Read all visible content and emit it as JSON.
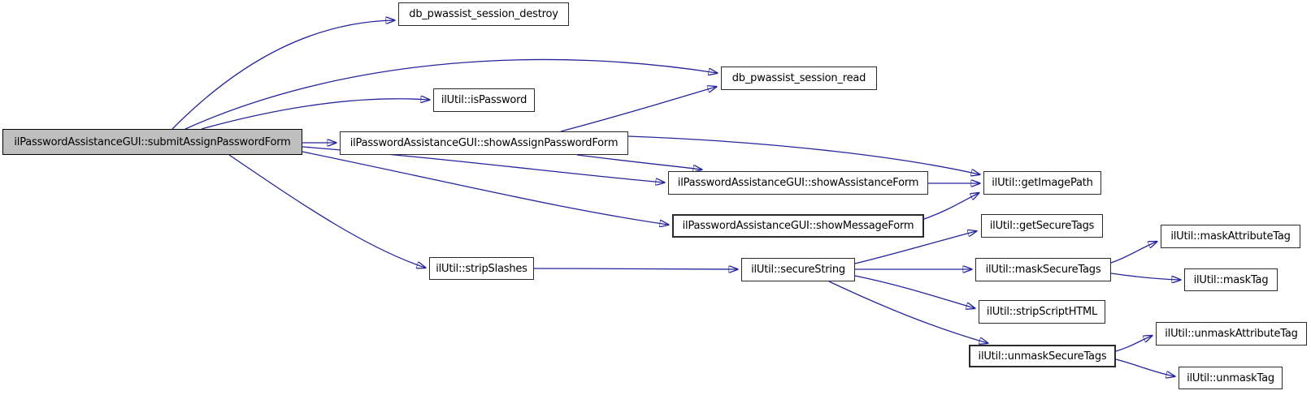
{
  "diagram": {
    "type": "call-graph",
    "root": "ilPasswordAssistanceGUI::submitAssignPasswordForm",
    "colors": {
      "edge": "#24249c",
      "node_fill": "#ffffff",
      "node_border": "#2b2b2b",
      "main_node_fill": "#bfbfbf",
      "text": "#000000",
      "background": "#ffffff"
    },
    "nodes": [
      {
        "id": "submitAssignPasswordForm",
        "label": "ilPasswordAssistanceGUI::submitAssignPasswordForm",
        "main": true
      },
      {
        "id": "db_pwassist_session_destroy",
        "label": "db_pwassist_session_destroy",
        "main": false
      },
      {
        "id": "db_pwassist_session_read",
        "label": "db_pwassist_session_read",
        "main": false
      },
      {
        "id": "isPassword",
        "label": "ilUtil::isPassword",
        "main": false
      },
      {
        "id": "showAssignPasswordForm",
        "label": "ilPasswordAssistanceGUI::showAssignPasswordForm",
        "main": false
      },
      {
        "id": "showAssistanceForm",
        "label": "ilPasswordAssistanceGUI::showAssistanceForm",
        "main": false
      },
      {
        "id": "showMessageForm",
        "label": "ilPasswordAssistanceGUI::showMessageForm",
        "main": false
      },
      {
        "id": "getImagePath",
        "label": "ilUtil::getImagePath",
        "main": false
      },
      {
        "id": "getSecureTags",
        "label": "ilUtil::getSecureTags",
        "main": false
      },
      {
        "id": "stripSlashes",
        "label": "ilUtil::stripSlashes",
        "main": false
      },
      {
        "id": "secureString",
        "label": "ilUtil::secureString",
        "main": false
      },
      {
        "id": "maskSecureTags",
        "label": "ilUtil::maskSecureTags",
        "main": false
      },
      {
        "id": "stripScriptHTML",
        "label": "ilUtil::stripScriptHTML",
        "main": false
      },
      {
        "id": "unmaskSecureTags",
        "label": "ilUtil::unmaskSecureTags",
        "main": false
      },
      {
        "id": "maskAttributeTag",
        "label": "ilUtil::maskAttributeTag",
        "main": false
      },
      {
        "id": "maskTag",
        "label": "ilUtil::maskTag",
        "main": false
      },
      {
        "id": "unmaskAttributeTag",
        "label": "ilUtil::unmaskAttributeTag",
        "main": false
      },
      {
        "id": "unmaskTag",
        "label": "ilUtil::unmaskTag",
        "main": false
      }
    ],
    "edges": [
      {
        "from": "submitAssignPasswordForm",
        "to": "db_pwassist_session_destroy"
      },
      {
        "from": "submitAssignPasswordForm",
        "to": "db_pwassist_session_read"
      },
      {
        "from": "submitAssignPasswordForm",
        "to": "isPassword"
      },
      {
        "from": "submitAssignPasswordForm",
        "to": "showAssignPasswordForm"
      },
      {
        "from": "submitAssignPasswordForm",
        "to": "showAssistanceForm"
      },
      {
        "from": "submitAssignPasswordForm",
        "to": "showMessageForm"
      },
      {
        "from": "submitAssignPasswordForm",
        "to": "stripSlashes"
      },
      {
        "from": "showAssignPasswordForm",
        "to": "db_pwassist_session_read"
      },
      {
        "from": "showAssignPasswordForm",
        "to": "showAssistanceForm"
      },
      {
        "from": "showAssignPasswordForm",
        "to": "getImagePath"
      },
      {
        "from": "showAssistanceForm",
        "to": "getImagePath"
      },
      {
        "from": "showMessageForm",
        "to": "getImagePath"
      },
      {
        "from": "stripSlashes",
        "to": "secureString"
      },
      {
        "from": "secureString",
        "to": "getSecureTags"
      },
      {
        "from": "secureString",
        "to": "maskSecureTags"
      },
      {
        "from": "secureString",
        "to": "stripScriptHTML"
      },
      {
        "from": "secureString",
        "to": "unmaskSecureTags"
      },
      {
        "from": "maskSecureTags",
        "to": "maskAttributeTag"
      },
      {
        "from": "maskSecureTags",
        "to": "maskTag"
      },
      {
        "from": "unmaskSecureTags",
        "to": "unmaskAttributeTag"
      },
      {
        "from": "unmaskSecureTags",
        "to": "unmaskTag"
      }
    ]
  }
}
